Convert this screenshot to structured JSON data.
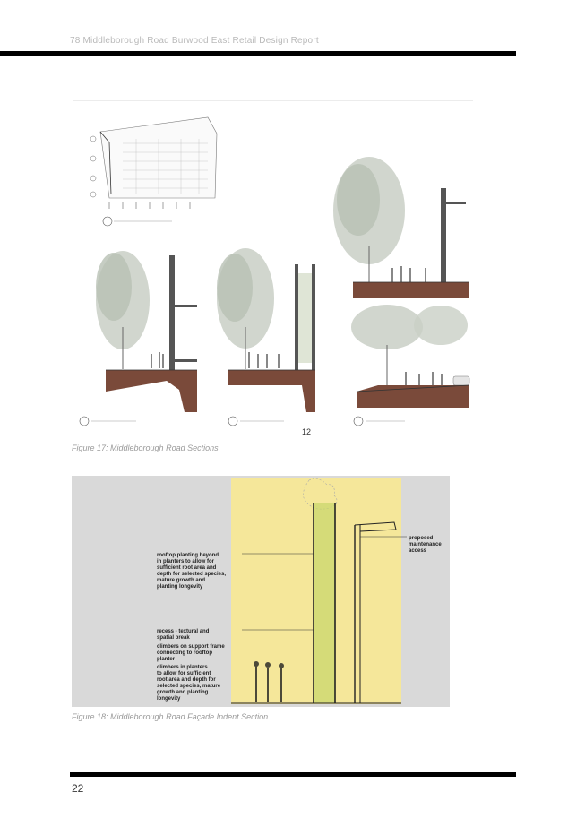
{
  "header": {
    "title": "78 Middleborough Road Burwood East Retail Design Report"
  },
  "figure_17": {
    "caption": "Figure 17: Middleborough Road Sections",
    "center_number": "12"
  },
  "figure_18": {
    "caption": "Figure 18: Middleborough Road Façade Indent Section",
    "annotations": {
      "rooftop": [
        "rooftop planting beyond",
        "in planters to allow for",
        "sufficient root area and",
        "depth for selected species,",
        "mature growth and",
        "planting longevity"
      ],
      "recess": [
        "recess - textural and",
        "spatial break"
      ],
      "climbers_support": [
        "climbers on support frame",
        "connecting to rooftop",
        "planter"
      ],
      "climbers_planters": [
        "climbers in planters",
        "to allow for sufficient",
        "root area and depth for",
        "selected species, mature",
        "growth and planting",
        "longevity"
      ],
      "maintenance": [
        "proposed",
        "maintenance",
        "access"
      ]
    }
  },
  "footer": {
    "page_number": "22"
  },
  "colors": {
    "accent_yellow": "#f5e79a",
    "figure_bg": "#d9d9d9",
    "soil": "#7a4a3a"
  }
}
